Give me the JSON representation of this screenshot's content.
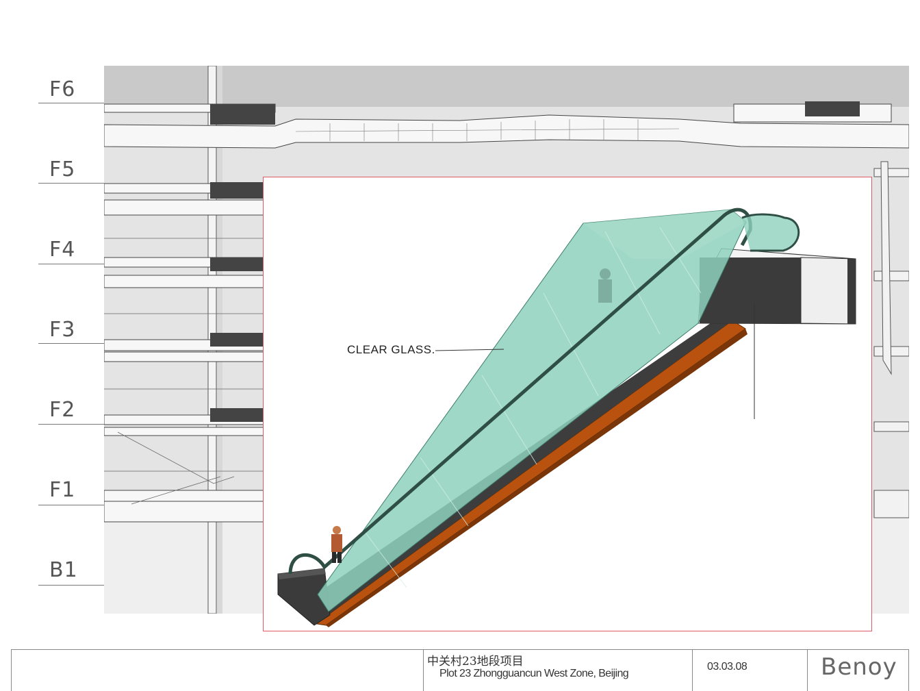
{
  "floors": [
    {
      "label": "F6"
    },
    {
      "label": "F5"
    },
    {
      "label": "F4"
    },
    {
      "label": "F3"
    },
    {
      "label": "F2"
    },
    {
      "label": "F1"
    },
    {
      "label": "B1"
    }
  ],
  "inset": {
    "glass_label": "CLEAR GLASS.",
    "colors": {
      "frame": "#e05a66",
      "glass": "#8fd1bd",
      "truss": "#b8520e",
      "housing": "#3b3b3b",
      "handrail": "#2f4f45"
    }
  },
  "title_block": {
    "project_cn": "中关村23地段项目",
    "project_en": "Plot 23 Zhongguancun West Zone, Beijing",
    "date": "03.03.08",
    "logo": "Benoy"
  }
}
